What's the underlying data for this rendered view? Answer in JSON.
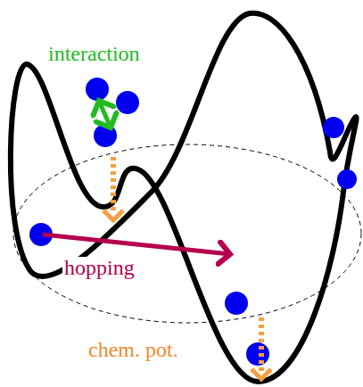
{
  "diagram": {
    "labels": [
      "interaction",
      "hopping",
      "chem. pot."
    ]
  }
}
